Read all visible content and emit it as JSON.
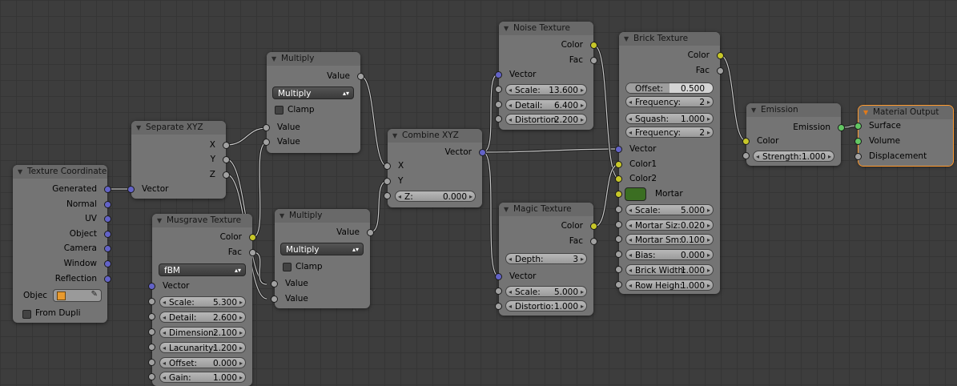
{
  "nodes": {
    "texcoord": {
      "title": "Texture Coordinate",
      "outputs": [
        "Generated",
        "Normal",
        "UV",
        "Object",
        "Camera",
        "Window",
        "Reflection"
      ],
      "object_label": "Objec",
      "from_dupli_label": "From Dupli"
    },
    "sepxyz": {
      "title": "Separate XYZ",
      "outputs": [
        "X",
        "Y",
        "Z"
      ],
      "input": "Vector"
    },
    "musgrave": {
      "title": "Musgrave Texture",
      "outputs": [
        "Color",
        "Fac"
      ],
      "type": "fBM",
      "vector_label": "Vector",
      "fields": [
        {
          "label": "Scale:",
          "value": "5.300"
        },
        {
          "label": "Detail:",
          "value": "2.600"
        },
        {
          "label": "Dimension:",
          "value": "2.100"
        },
        {
          "label": "Lacunarity:",
          "value": "1.200"
        },
        {
          "label": "Offset:",
          "value": "0.000"
        },
        {
          "label": "Gain:",
          "value": "1.000"
        }
      ]
    },
    "mult1": {
      "title": "Multiply",
      "output": "Value",
      "operation": "Multiply",
      "clamp_label": "Clamp",
      "inputs": [
        "Value",
        "Value"
      ]
    },
    "mult2": {
      "title": "Multiply",
      "output": "Value",
      "operation": "Multiply",
      "clamp_label": "Clamp",
      "inputs": [
        "Value",
        "Value"
      ]
    },
    "combxyz": {
      "title": "Combine XYZ",
      "output": "Vector",
      "inputs": [
        "X",
        "Y"
      ],
      "z_field": {
        "label": "Z:",
        "value": "0.000"
      }
    },
    "noise": {
      "title": "Noise Texture",
      "outputs": [
        "Color",
        "Fac"
      ],
      "vector_label": "Vector",
      "fields": [
        {
          "label": "Scale:",
          "value": "13.600"
        },
        {
          "label": "Detail:",
          "value": "6.400"
        },
        {
          "label": "Distortion:",
          "value": "2.200"
        }
      ]
    },
    "magic": {
      "title": "Magic Texture",
      "outputs": [
        "Color",
        "Fac"
      ],
      "depth": {
        "label": "Depth:",
        "value": "3"
      },
      "vector_label": "Vector",
      "fields": [
        {
          "label": "Scale:",
          "value": "5.000"
        },
        {
          "label": "Distortio:",
          "value": "1.000"
        }
      ]
    },
    "brick": {
      "title": "Brick Texture",
      "outputs": [
        "Color",
        "Fac"
      ],
      "offset": {
        "label": "Offset:",
        "value": "0.500"
      },
      "frequency1": {
        "label": "Frequency:",
        "value": "2"
      },
      "squash": {
        "label": "Squash:",
        "value": "1.000"
      },
      "frequency2": {
        "label": "Frequency:",
        "value": "2"
      },
      "inputs": [
        "Vector",
        "Color1",
        "Color2",
        "Mortar"
      ],
      "fields": [
        {
          "label": "Scale:",
          "value": "5.000"
        },
        {
          "label": "Mortar Siz:",
          "value": "0.020"
        },
        {
          "label": "Mortar Sm:",
          "value": "0.100"
        },
        {
          "label": "Bias:",
          "value": "0.000"
        },
        {
          "label": "Brick Width:",
          "value": "1.000"
        },
        {
          "label": "Row Heigh:",
          "value": "1.000"
        }
      ]
    },
    "emission": {
      "title": "Emission",
      "output": "Emission",
      "color_label": "Color",
      "strength": {
        "label": "Strength:",
        "value": "1.000"
      }
    },
    "output": {
      "title": "Material Output",
      "inputs": [
        "Surface",
        "Volume",
        "Displacement"
      ]
    }
  },
  "colors": {
    "background": "#3d3d3d",
    "node_body": "#747474",
    "node_header": "#696969",
    "socket_vector": "#6363c7",
    "socket_value": "#a1a1a1",
    "socket_color": "#c7c729",
    "socket_shader": "#63c763",
    "selection_outline": "#ff9a2e",
    "mortar_swatch": "#3b6e22"
  }
}
